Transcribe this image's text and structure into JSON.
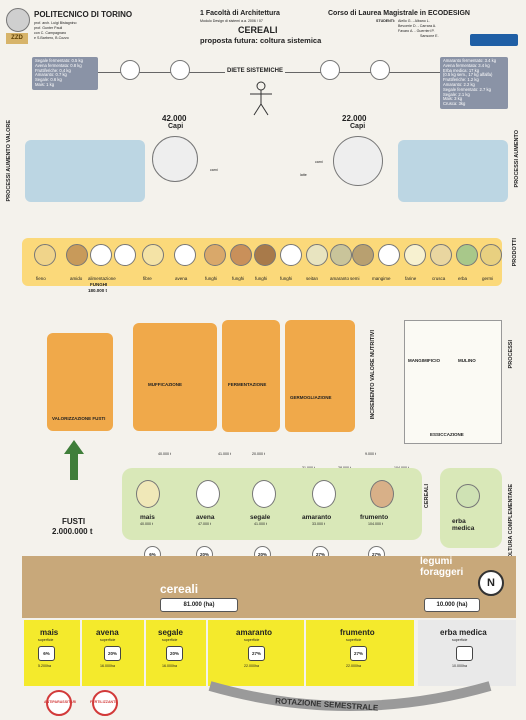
{
  "header": {
    "university": "POLITECNICO DI TORINO",
    "professors": [
      "prof. arch. Luigi Bistagnino",
      "prof. Gunter Pauli",
      "con C. Campagnaro",
      "e S.Barbero, B.Cozzo"
    ],
    "faculty": "1 Facoltà di Architettura",
    "module": "Modulo Design di sistemi   a.a. 2006 / 07",
    "title": "CEREALI",
    "subtitle": "proposta futura: coltura sistemica",
    "course": "Corso di Laurea Magistrale in ECODESIGN",
    "students_label": "STUDENTI:",
    "students": [
      "Aiello G. - Albano L.",
      "Bevcerie D. - Carrara A.",
      "Favaro A. - Guerrieri P.",
      "Sansone E."
    ]
  },
  "diet_label": "DIETE SISTEMICHE",
  "left_list": [
    "Segale fermentato: 0.5 kg",
    "Avena fermentata: 0.8 kg",
    "Fruttiferiche: 0.4 kg",
    "Amaranto: 0.7 kg",
    "Segale: 0.6 kg",
    "Mais: 1 kg"
  ],
  "right_list": [
    "Amaranto fermentato: 3.4 kg",
    "Avena fermentata: 3.4 kg",
    "Erba medica: 17 kg",
    "(0.5 kg sem., 17 kg alfalfa)",
    "Fruttiferiche: 1.2 kg",
    "Amaranto: 2.2 kg",
    "Segale fermentato: 2.7 kg",
    "Segale: 2.1 kg",
    "Mais: 3 kg",
    "Crusca: 3kg"
  ],
  "animals": {
    "left": {
      "count": "42.000",
      "unit": "Capi"
    },
    "right": {
      "count": "22.000",
      "unit": "Capi"
    }
  },
  "animal_products": [
    "carni",
    "carni",
    "latte"
  ],
  "side_labels": {
    "left_top": "PROCESSI AUMENTO VALORE",
    "right_top": "PROCESSI AUMENTO",
    "right_products": "PRODOTTI",
    "right_processes": "PROCESSI",
    "increment": "INCREMENTO VALORE NUTRITIVI",
    "cereals": "CEREALI",
    "complementary": "COLTURA COMPLEMENTARE"
  },
  "product_labels": [
    "fieno",
    "amido",
    "alimentazione",
    "fibre",
    "avena",
    "funghi",
    "funghi",
    "funghi",
    "funghi",
    "seitan",
    "amaranto",
    "semi",
    "mangime",
    "farine",
    "crusca",
    "erba",
    "germi"
  ],
  "funghi_label": "FUNGHI",
  "funghi_qty": "180.000 t",
  "process_labels": [
    "VALORIZZAZIONE FUSTI",
    "MUFFICAZIONE",
    "FERMENTAZIONE",
    "GERMOGLIAZIONE",
    "MANGIMIFICIO",
    "MULINO",
    "ESSICCAZIONE"
  ],
  "flow_values": [
    "40.000 t",
    "41.000 t",
    "20.000 t",
    "31.000 t",
    "28.000 t",
    "104.000 t",
    "9.000 t"
  ],
  "crops": [
    {
      "name": "mais",
      "qty": "40.000 t",
      "pct": "6%"
    },
    {
      "name": "avena",
      "qty": "47.000 t",
      "pct": "20%"
    },
    {
      "name": "segale",
      "qty": "41.000 t",
      "pct": "20%"
    },
    {
      "name": "amaranto",
      "qty": "33.000 t",
      "pct": "27%"
    },
    {
      "name": "frumento",
      "qty": "104.000 t",
      "pct": "27%"
    }
  ],
  "complementary_crop": {
    "name": "erba medica"
  },
  "fusti": {
    "label": "FUSTI",
    "qty": "2.000.000 t"
  },
  "cereali_label": "cereali",
  "cereali_area": "81.000 (ha)",
  "legumi_label": "legumi foraggeri",
  "legumi_area": "10.000 (ha)",
  "fields": [
    {
      "name": "mais",
      "sub": "superficie",
      "pct": "6%",
      "ha": "5.200ha"
    },
    {
      "name": "avena",
      "sub": "superficie",
      "pct": "20%",
      "ha": "16.000ha"
    },
    {
      "name": "segale",
      "sub": "superficie",
      "pct": "20%",
      "ha": "16.000ha"
    },
    {
      "name": "amaranto",
      "sub": "superficie",
      "pct": "27%",
      "ha": "22.000ha"
    },
    {
      "name": "frumento",
      "sub": "superficie",
      "pct": "27%",
      "ha": "22.000ha"
    },
    {
      "name": "erba medica",
      "sub": "superficie",
      "pct": "",
      "ha": "10.000ha"
    }
  ],
  "rotation_label": "ROTAZIONE SEMESTRALE",
  "compass": "N",
  "crossed_labels": [
    "ANTIPARASSITARI",
    "FERTILIZZANTI"
  ],
  "colors": {
    "orange": "#f0a94a",
    "yellow": "#f4ea2c",
    "blue": "#bcd6e3",
    "green": "#3f7e3a",
    "brown": "#7a3b24",
    "red": "#d23a3a"
  }
}
